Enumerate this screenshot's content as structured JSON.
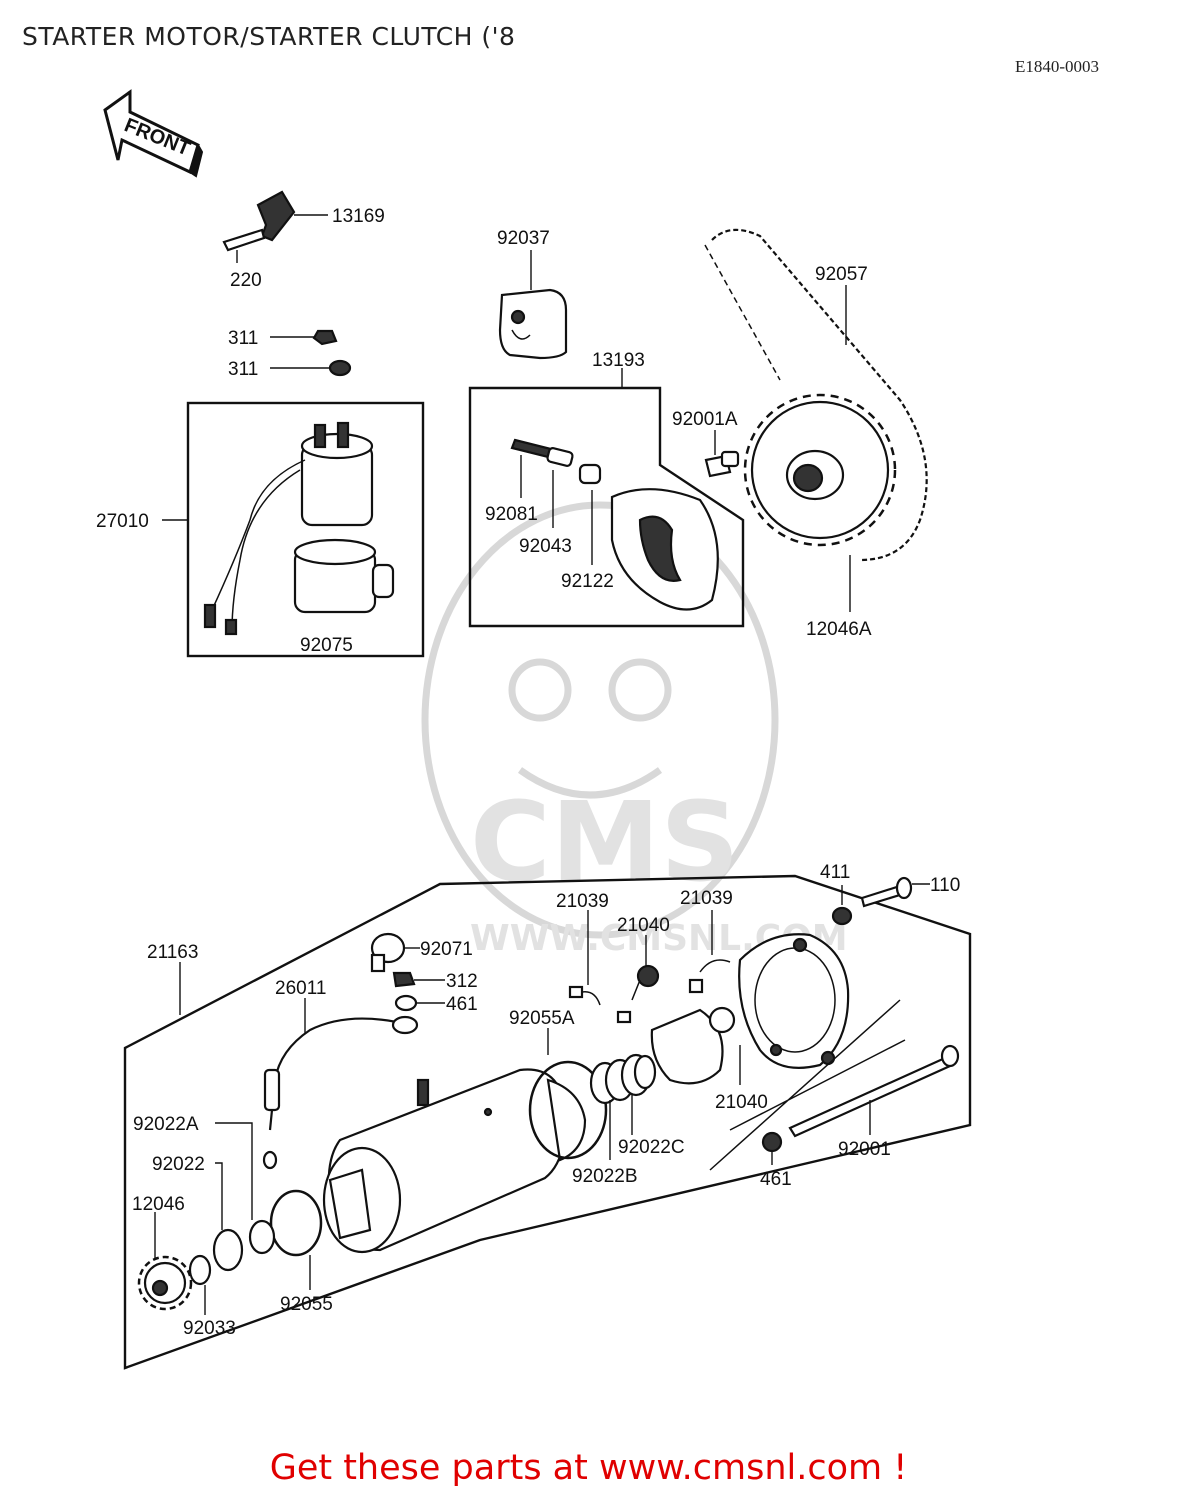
{
  "header": {
    "title": "STARTER MOTOR/STARTER CLUTCH ('8",
    "diagram_code": "E1840-0003"
  },
  "front_arrow": {
    "label": "FRONT"
  },
  "watermark": {
    "logo": "CMS",
    "url": "WWW.CMSNL.COM"
  },
  "footer": {
    "link_text": "Get these parts at www.cmsnl.com !"
  },
  "parts": {
    "p13169": "13169",
    "p220": "220",
    "p311a": "311",
    "p311b": "311",
    "p27010": "27010",
    "p92075": "92075",
    "p92037": "92037",
    "p13193": "13193",
    "p92081": "92081",
    "p92043": "92043",
    "p92122": "92122",
    "p92001A": "92001A",
    "p92057": "92057",
    "p12046A": "12046A",
    "p411": "411",
    "p110": "110",
    "p21039a": "21039",
    "p21039b": "21039",
    "p21040a": "21040",
    "p21040b": "21040",
    "p21163": "21163",
    "p92071": "92071",
    "p312": "312",
    "p461a": "461",
    "p26011": "26011",
    "p92055A": "92055A",
    "p92022A": "92022A",
    "p92022": "92022",
    "p12046": "12046",
    "p92033": "92033",
    "p92055": "92055",
    "p92022B": "92022B",
    "p92022C": "92022C",
    "p461b": "461",
    "p92001": "92001"
  },
  "colors": {
    "footer_link": "#e00000",
    "line": "#111111",
    "watermark": "#d8d8d8"
  }
}
